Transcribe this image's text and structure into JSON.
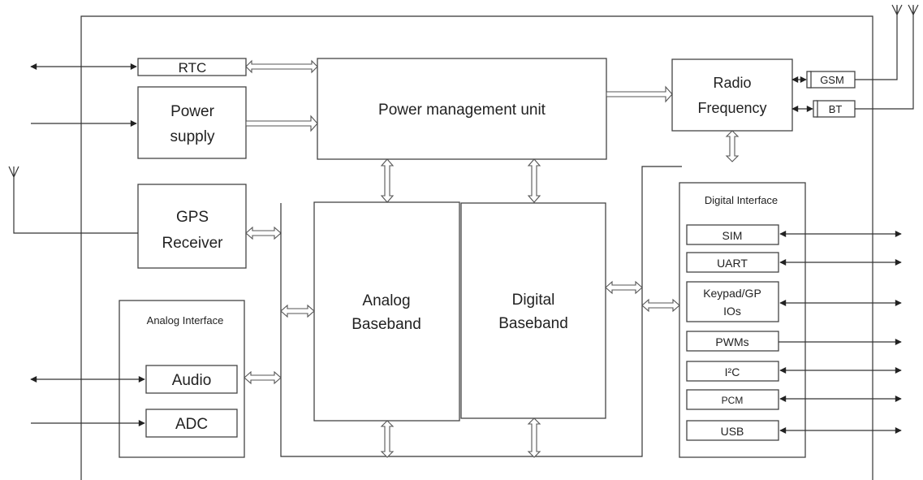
{
  "blocks": {
    "rtc": "RTC",
    "power_supply": [
      "Power",
      "supply"
    ],
    "pmu": "Power management unit",
    "radio_frequency": [
      "Radio",
      "Frequency"
    ],
    "gsm": "GSM",
    "bt": "BT",
    "gps_receiver": [
      "GPS",
      "Receiver"
    ],
    "analog_baseband": [
      "Analog",
      "Baseband"
    ],
    "digital_baseband": [
      "Digital",
      "Baseband"
    ],
    "analog_interface": {
      "title": "Analog Interface",
      "items": [
        "Audio",
        "ADC"
      ]
    },
    "digital_interface": {
      "title": "Digital Interface",
      "items": [
        "SIM",
        "UART",
        [
          "Keypad/GP",
          "IOs"
        ],
        "PWMs",
        "I²C",
        "PCM",
        "USB"
      ]
    }
  }
}
